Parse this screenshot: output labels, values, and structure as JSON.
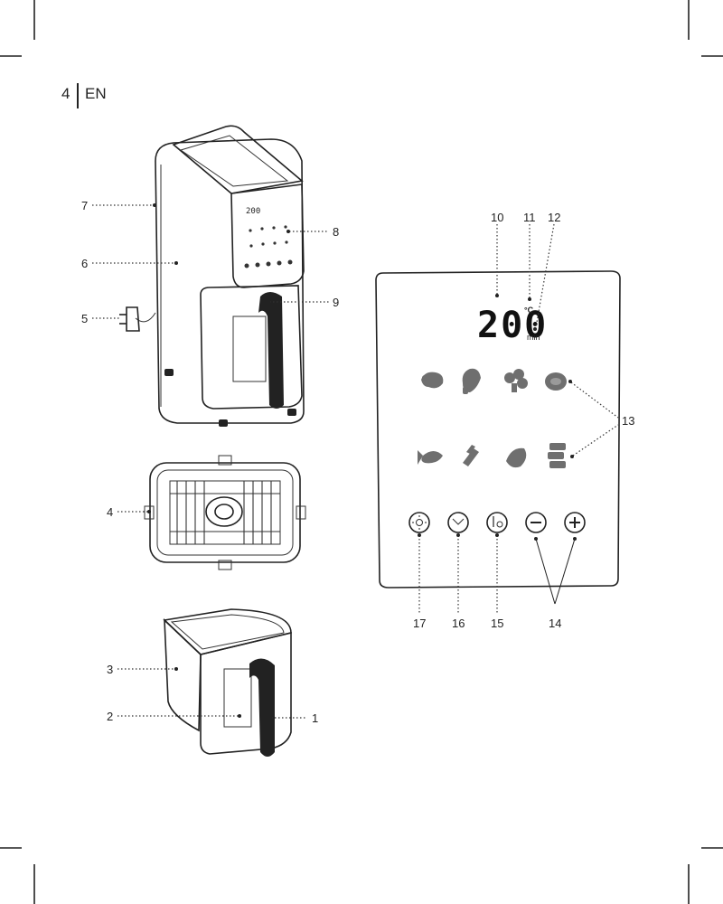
{
  "header": {
    "page_number": "4",
    "language": "EN"
  },
  "callouts": {
    "c1": "1",
    "c2": "2",
    "c3": "3",
    "c4": "4",
    "c5": "5",
    "c6": "6",
    "c7": "7",
    "c8": "8",
    "c9": "9",
    "c10": "10",
    "c11": "11",
    "c12": "12",
    "c13": "13",
    "c14": "14",
    "c15": "15",
    "c16": "16",
    "c17": "17"
  },
  "panel": {
    "display_value": "200",
    "temp_unit": "°C",
    "time_unit": "min"
  },
  "small_display": {
    "value": "200"
  },
  "icons": {
    "presets_row1": [
      "shrimp-icon",
      "drumstick-icon",
      "broccoli-icon",
      "steak-icon"
    ],
    "presets_row2": [
      "fish-icon",
      "fries-icon",
      "vegetable-icon",
      "bacon-icon"
    ],
    "buttons": [
      "power-icon",
      "preset-icon",
      "timer-icon",
      "minus-icon",
      "plus-icon"
    ]
  },
  "colors": {
    "ink": "#222222",
    "paper": "#ffffff",
    "food": "#6f6f6f"
  }
}
